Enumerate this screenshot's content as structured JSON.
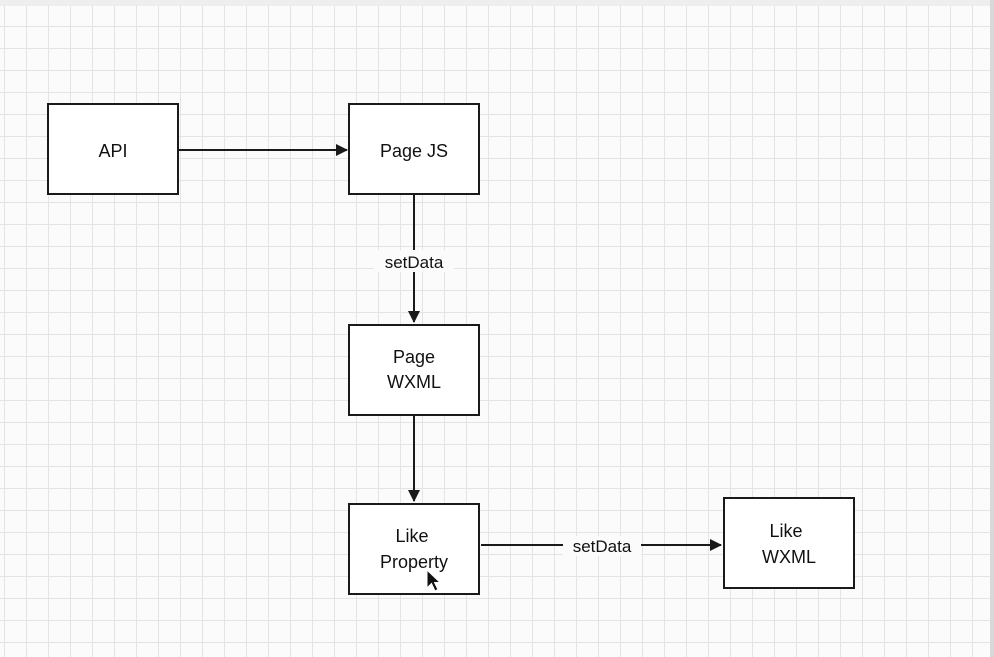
{
  "nodes": {
    "api": {
      "label": "API"
    },
    "page_js": {
      "label": "Page JS"
    },
    "page_wxml": {
      "lines": [
        "Page",
        "WXML"
      ]
    },
    "like_property": {
      "lines": [
        "Like",
        "Property"
      ]
    },
    "like_wxml": {
      "lines": [
        "Like",
        "WXML"
      ]
    }
  },
  "edges": {
    "api_to_page_js": {
      "label": ""
    },
    "page_js_to_page_wxml": {
      "label": "setData"
    },
    "page_wxml_to_like_property": {
      "label": ""
    },
    "like_property_to_like_wxml": {
      "label": "setData"
    }
  },
  "colors": {
    "stroke": "#1a1a1a",
    "grid": "#e4e4e4",
    "background": "#fbfbfb"
  },
  "icons": {
    "cursor": "mouse-pointer-icon"
  }
}
